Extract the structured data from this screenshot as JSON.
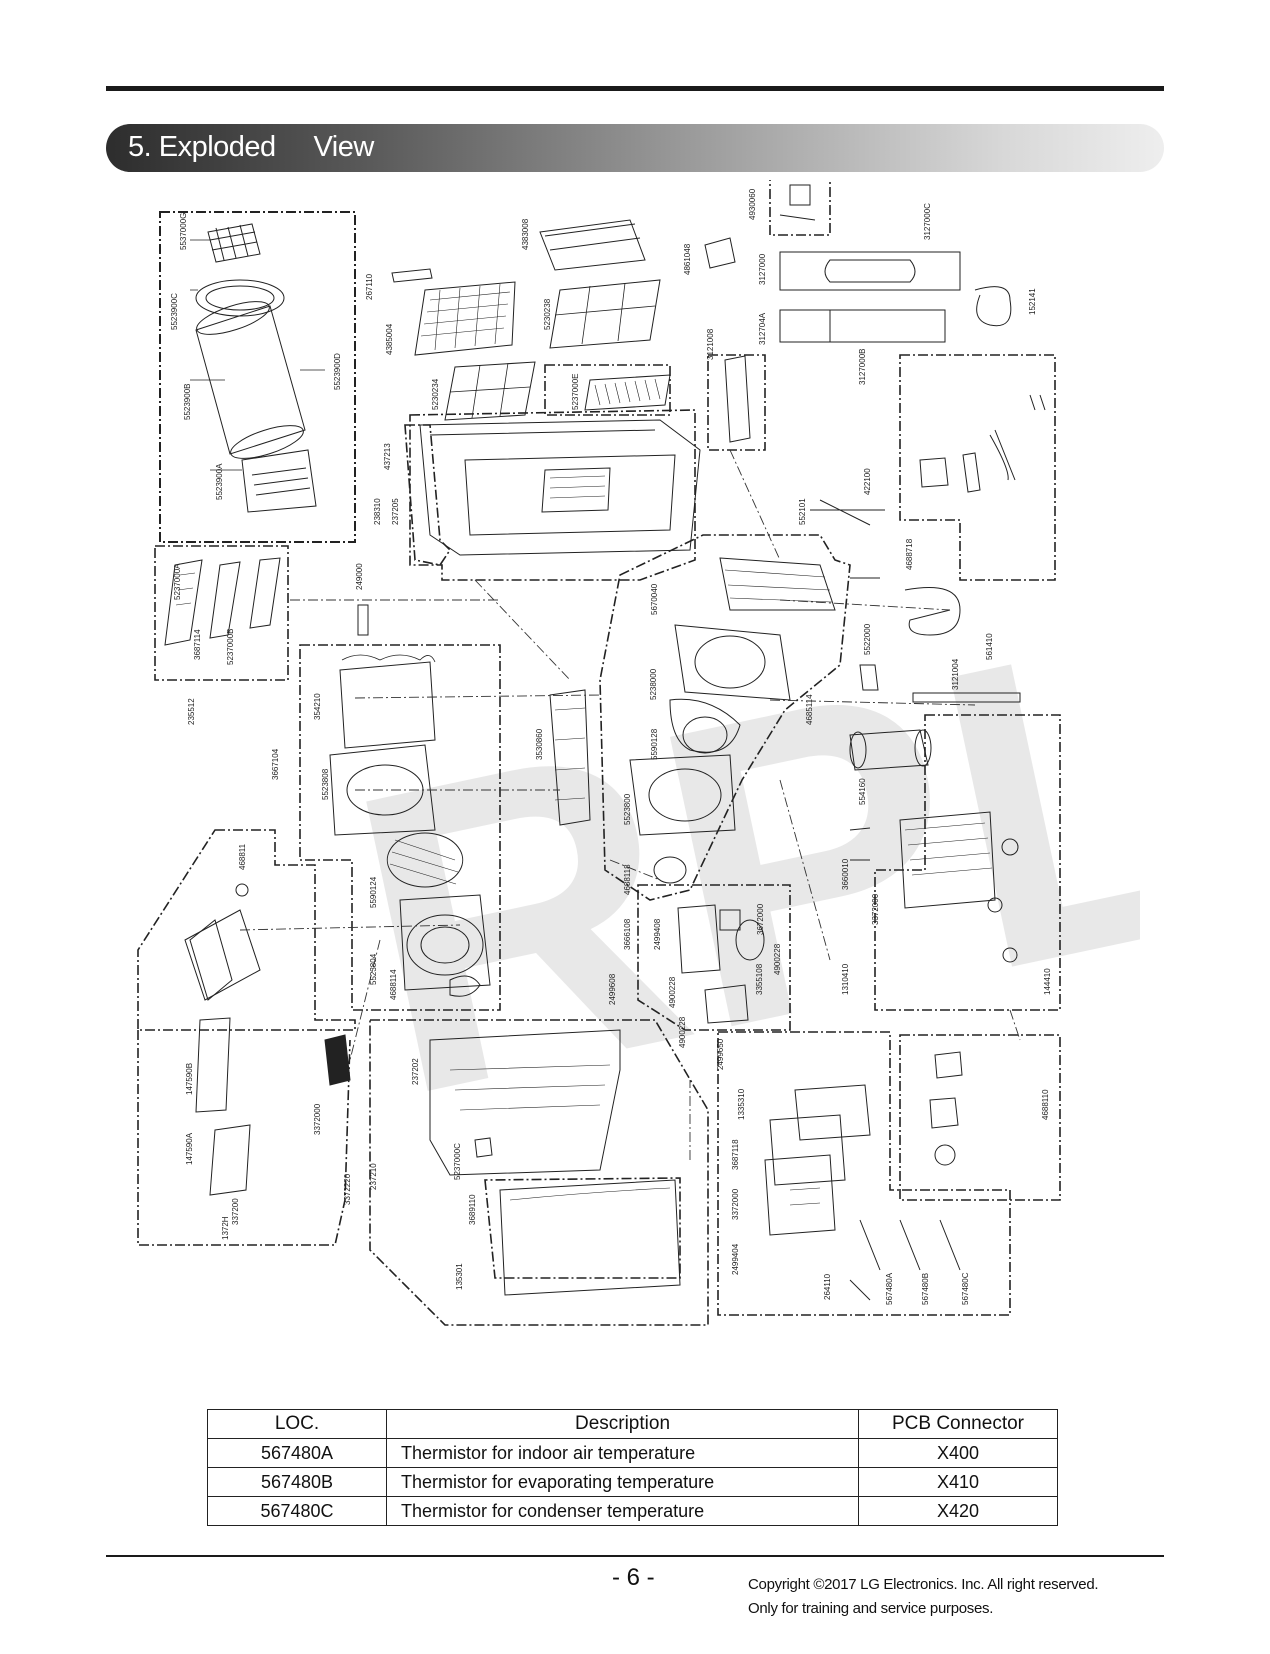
{
  "section": {
    "title": "5. Exploded     View"
  },
  "watermark": "RPL",
  "callouts": {
    "box1": [
      "5537000G",
      "5523900C",
      "5523900B",
      "5523900A",
      "5523900D"
    ],
    "filters": [
      "4383008",
      "267110",
      "4385004",
      "5230238",
      "5230234",
      "5237000E"
    ],
    "kit": [
      "4930060",
      "4861048",
      "3127000",
      "3127000C",
      "3127000B",
      "312704A",
      "152141",
      "3121008"
    ],
    "cab": [
      "437213",
      "238310",
      "237205"
    ],
    "elec": [
      "422100",
      "552101",
      "4688718",
      "5522000",
      "561410",
      "3121004",
      "4685114",
      "554160"
    ],
    "left": [
      "5237000A",
      "3687114",
      "5237000B",
      "249000",
      "235512"
    ],
    "fan": [
      "354210",
      "3667104",
      "5523808",
      "5590124",
      "5523804",
      "4688114"
    ],
    "center": [
      "3530860",
      "5670040",
      "5238000",
      "5590128",
      "5523800",
      "4688118",
      "3666108",
      "2499608"
    ],
    "motor": [
      "2499408",
      "3672000",
      "4900228",
      "3355108",
      "4900228",
      "4900228"
    ],
    "right": [
      "3660010",
      "3372000",
      "1310410",
      "144410",
      "4688110"
    ],
    "base": [
      "468811",
      "147590B",
      "147590A",
      "3372000",
      "1372H",
      "3372220",
      "337200"
    ],
    "front": [
      "237202",
      "5237000C",
      "3689110",
      "135301",
      "237210"
    ],
    "pcb": [
      "1335310",
      "3687118",
      "3372000",
      "2499404",
      "2499650",
      "264110",
      "567480A",
      "567480B",
      "567480C"
    ]
  },
  "table": {
    "headers": [
      "LOC.",
      "Description",
      "PCB Connector"
    ],
    "rows": [
      {
        "loc": "567480A",
        "desc": "Thermistor for indoor air temperature",
        "pcb": "X400"
      },
      {
        "loc": "567480B",
        "desc": "Thermistor for evaporating temperature",
        "pcb": "X410"
      },
      {
        "loc": "567480C",
        "desc": "Thermistor for condenser temperature",
        "pcb": "X420"
      }
    ]
  },
  "footer": {
    "page": "- 6 -",
    "copyright_line1": "Copyright ©2017 LG Electronics. Inc. All right reserved.",
    "copyright_line2": "Only for training and service purposes."
  }
}
